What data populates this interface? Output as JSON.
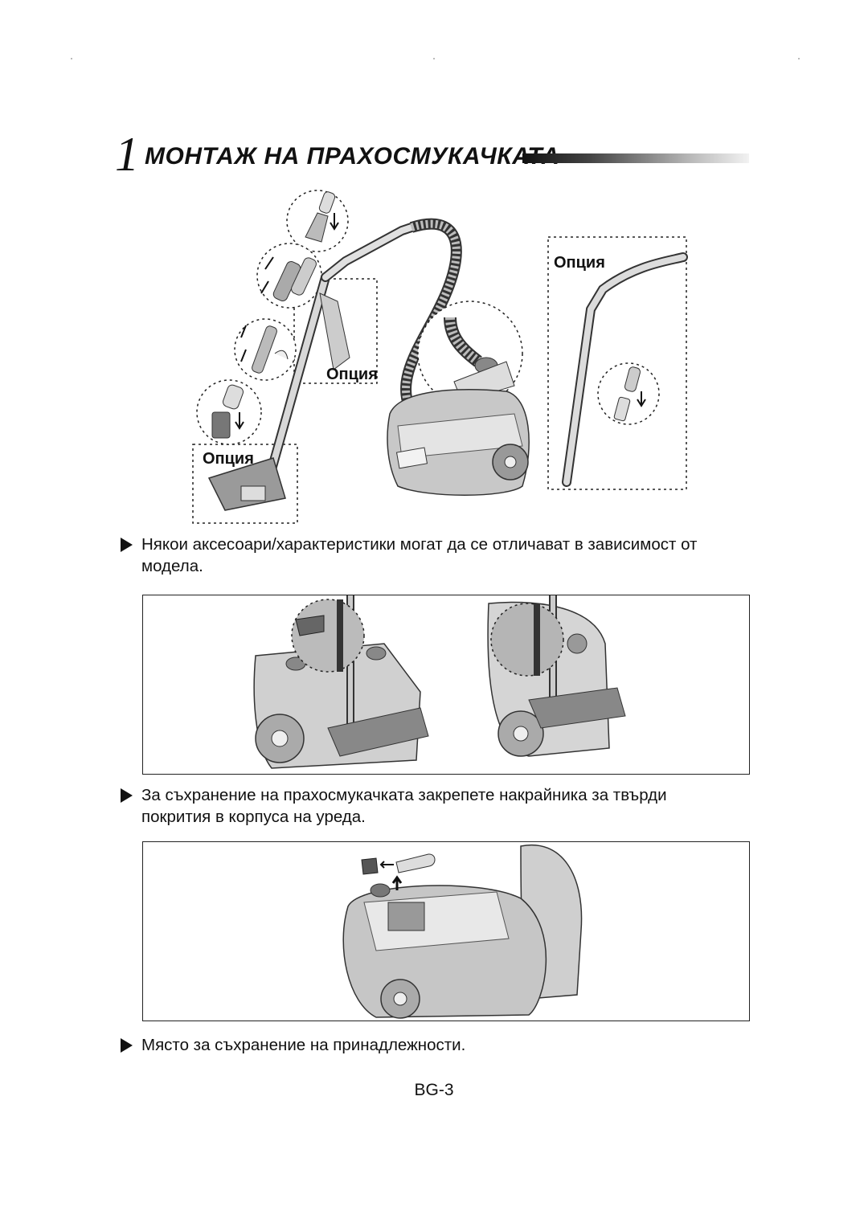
{
  "section": {
    "number": "1",
    "title": "МОНТАЖ НА ПРАХОСМУКАЧКАТА"
  },
  "diagram": {
    "option_labels": [
      "Опция",
      "Опция",
      "Опция"
    ]
  },
  "notes": [
    "Някои аксесоари/характеристики могат да се отличават в зависимост от модела.",
    "За съхранение на прахосмукачката закрепете накрайника за твърди покрития в корпуса на уреда.",
    "Място за съхранение на принадлежности."
  ],
  "page_number": "BG-3"
}
